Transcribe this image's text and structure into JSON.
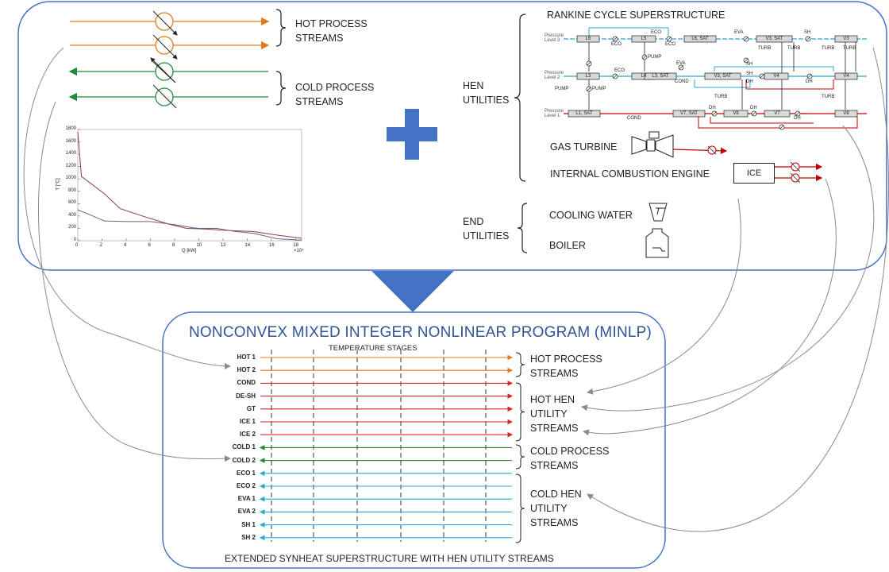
{
  "top_left": {
    "hot_label": "HOT PROCESS\nSTREAMS",
    "cold_label": "COLD PROCESS\nSTREAMS"
  },
  "top_right": {
    "rankine_title": "RANKINE CYCLE SUPERSTRUCTURE",
    "hen_utilities": "HEN\nUTILITIES",
    "gas_turbine": "GAS TURBINE",
    "ice_engine": "INTERNAL COMBUSTION ENGINE",
    "ice_box": "ICE",
    "end_utilities": "END\nUTILITIES",
    "cooling_water": "COOLING WATER",
    "boiler": "BOILER",
    "rankine_blocks": [
      "L6",
      "L5",
      "L6, SAT",
      "V3, SAT",
      "V3",
      "L3",
      "L4",
      "L3, SAT",
      "V3, SAT",
      "V4",
      "V4",
      "L1, SAT",
      "V7, SAT",
      "V8",
      "V7",
      "V8"
    ],
    "rankine_tags": [
      "ECO",
      "ECO",
      "ECO",
      "EVA",
      "SH",
      "PUMP",
      "EVA",
      "ECO",
      "COND",
      "SH",
      "SH",
      "DH",
      "DH",
      "TURB",
      "TURB",
      "TURB",
      "TURB",
      "PUMP",
      "PUMP",
      "COND",
      "DH",
      "DH",
      "DH",
      "TURB",
      "TURB"
    ],
    "pressure_levels": [
      "Pressure\nLevel 3",
      "Pressure\nLevel 2",
      "Pressure\nLevel 1"
    ]
  },
  "minlp": {
    "title": "NONCONVEX MIXED INTEGER NONLINEAR PROGRAM (MINLP)",
    "temp_stages": "TEMPERATURE STAGES",
    "footer": "EXTENDED SYNHEAT SUPERSTRUCTURE WITH HEN UTILITY STREAMS",
    "rows": [
      {
        "name": "HOT 1",
        "kind": "hot",
        "color": "#e07b1f"
      },
      {
        "name": "HOT 2",
        "kind": "hot",
        "color": "#e07b1f"
      },
      {
        "name": "COND",
        "kind": "hot",
        "color": "#d9252a"
      },
      {
        "name": "DE-SH",
        "kind": "hot",
        "color": "#d9252a"
      },
      {
        "name": "GT",
        "kind": "hot",
        "color": "#d9252a"
      },
      {
        "name": "ICE 1",
        "kind": "hot",
        "color": "#d9252a"
      },
      {
        "name": "ICE 2",
        "kind": "hot",
        "color": "#d9252a"
      },
      {
        "name": "COLD 1",
        "kind": "cold",
        "color": "#1e8a3c"
      },
      {
        "name": "COLD 2",
        "kind": "cold",
        "color": "#1e8a3c"
      },
      {
        "name": "ECO 1",
        "kind": "cold",
        "color": "#2aa7d6"
      },
      {
        "name": "ECO 2",
        "kind": "cold",
        "color": "#2aa7d6"
      },
      {
        "name": "EVA 1",
        "kind": "cold",
        "color": "#2aa7d6"
      },
      {
        "name": "EVA 2",
        "kind": "cold",
        "color": "#2aa7d6"
      },
      {
        "name": "SH 1",
        "kind": "cold",
        "color": "#2aa7d6"
      },
      {
        "name": "SH 2",
        "kind": "cold",
        "color": "#2aa7d6"
      }
    ],
    "groups": {
      "hot_process": "HOT PROCESS\nSTREAMS",
      "hot_hen": "HOT HEN\nUTILITY\nSTREAMS",
      "cold_process": "COLD PROCESS\nSTREAMS",
      "cold_hen": "COLD HEN\nUTILITY\nSTREAMS"
    }
  },
  "chart_data": {
    "type": "line",
    "xlabel": "Q [kW]",
    "ylabel": "T [°C]",
    "x_exponent": "×10⁴",
    "xlim": [
      0,
      18.5
    ],
    "ylim": [
      0,
      1800
    ],
    "xticks": [
      0,
      2,
      4,
      6,
      8,
      10,
      12,
      14,
      16,
      18
    ],
    "yticks": [
      0,
      200,
      400,
      600,
      800,
      1000,
      1200,
      1400,
      1600,
      1800
    ],
    "series": [
      {
        "color": "#8b3a4a",
        "x": [
          0,
          0.3,
          2.2,
          3.5,
          5.5,
          7.5,
          9,
          10.5,
          12,
          13,
          14.5,
          16.5,
          18.5
        ],
        "y": [
          1760,
          1040,
          760,
          520,
          390,
          270,
          200,
          190,
          170,
          160,
          150,
          90,
          40
        ]
      },
      {
        "color": "#6a6090",
        "x": [
          0,
          1,
          2.2,
          4,
          6,
          8,
          9.5,
          10,
          11.5,
          13,
          14.5,
          16.5,
          18.5
        ],
        "y": [
          500,
          420,
          320,
          310,
          310,
          260,
          210,
          200,
          200,
          150,
          120,
          30,
          10
        ]
      }
    ]
  }
}
